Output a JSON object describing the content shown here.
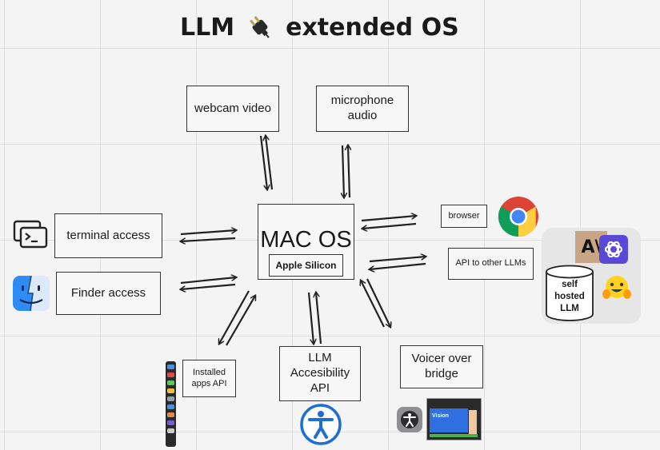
{
  "title": {
    "left": "LLM",
    "right": "extended OS"
  },
  "center": {
    "title": "MAC OS",
    "chip": "Apple Silicon"
  },
  "nodes": {
    "webcam": "webcam video",
    "microphone": "microphone audio",
    "terminal": "terminal access",
    "finder": "Finder access",
    "installed": "Installed apps API",
    "accessibility": "LLM Accesibility API",
    "voicer": "Voicer over bridge",
    "browser": "browser",
    "api_llms": "API to other LLMs"
  },
  "llm_panel": {
    "self_hosted": "self hosted LLM",
    "anthropic_letters": "A\\"
  },
  "thumbnail": {
    "label": "Vision"
  },
  "colors": {
    "line": "#222222",
    "box_border": "#333333",
    "accessibility_blue": "#1d6fd6",
    "anthropic_bg": "#c7a585",
    "openai_bg": "#5a48d8",
    "finder_blue": "#2f8cf4"
  },
  "icons": [
    "plug-icon",
    "terminal-icon",
    "finder-icon",
    "chrome-icon",
    "anthropic-logo",
    "openai-logo",
    "huggingface-icon",
    "accessibility-icon",
    "voiceover-icon",
    "dock-strip"
  ]
}
